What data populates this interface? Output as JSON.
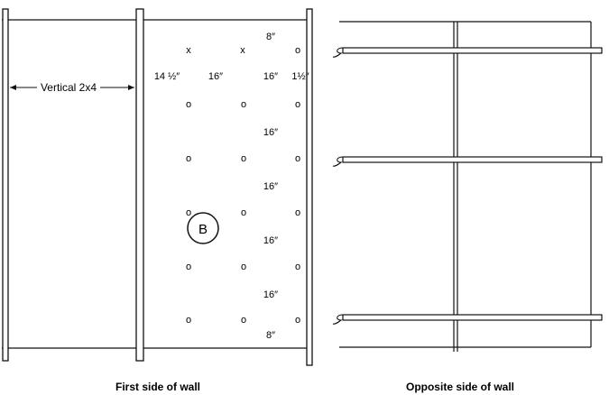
{
  "left_panel": {
    "caption": "First side of wall",
    "stud_label": "Vertical 2x4",
    "hole_symbol": "o",
    "cross_symbol": "x",
    "bolt_label": "B",
    "top_spacing": [
      "14 ½″",
      "16″",
      "16″",
      "1½″"
    ],
    "top_offset": "8″",
    "bottom_offset": "8″",
    "vertical_spacing": [
      "16″",
      "16″",
      "16″",
      "16″"
    ]
  },
  "right_panel": {
    "caption": "Opposite side of wall"
  }
}
